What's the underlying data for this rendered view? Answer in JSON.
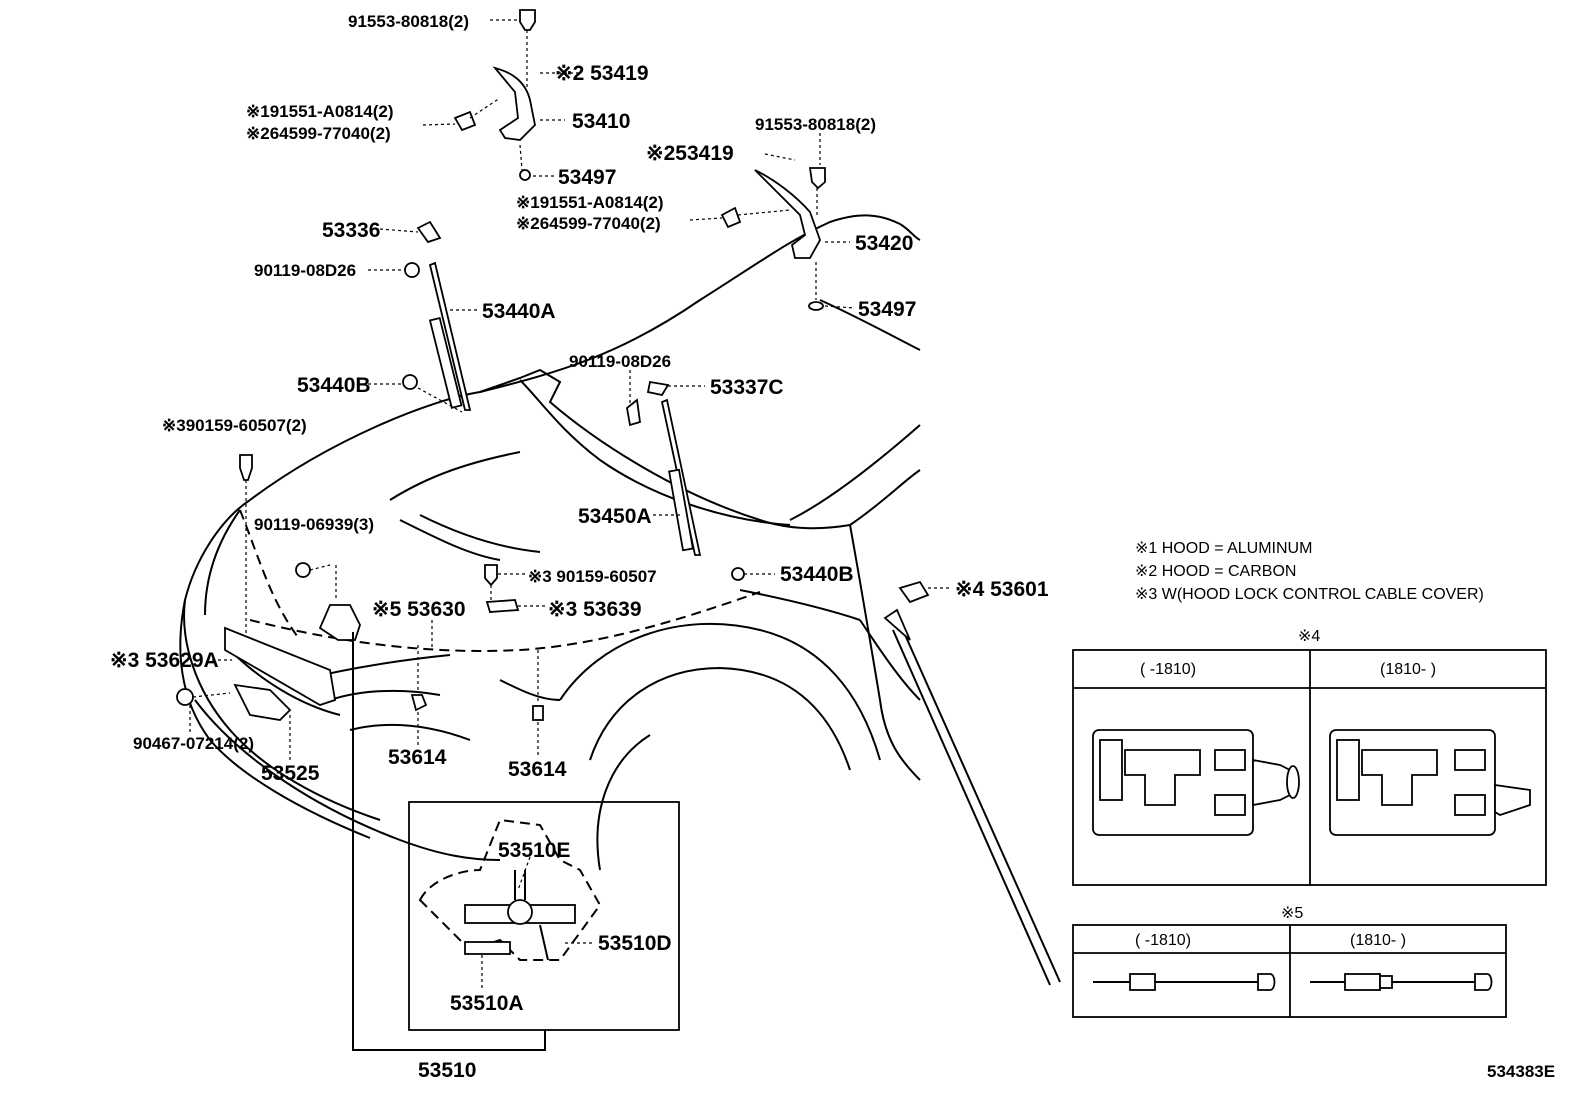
{
  "labels": {
    "p_91553_top": "91553-80818(2)",
    "p_53419_a": "※2 53419",
    "p_53410": "53410",
    "p_ref1_a": "※191551-A0814(2)",
    "p_ref2_a": "※264599-77040(2)",
    "p_53497_a": "53497",
    "p_91553_r": "91553-80818(2)",
    "p_53419_b": "※253419",
    "p_ref1_b": "※191551-A0814(2)",
    "p_ref2_b": "※264599-77040(2)",
    "p_53420": "53420",
    "p_53497_b": "53497",
    "p_53336": "53336",
    "p_90119_08d26_a": "90119-08D26",
    "p_53440a": "53440A",
    "p_53440b_a": "53440B",
    "p_90119_08d26_b": "90119-08D26",
    "p_53337c": "53337C",
    "p_90159_a": "※390159-60507(2)",
    "p_90119_06939": "90119-06939(3)",
    "p_53450a": "53450A",
    "p_90159_b": "※3 90159-60507",
    "p_53440b_b": "53440B",
    "p_53601": "※4 53601",
    "p_53630": "※5 53630",
    "p_53639": "※3 53639",
    "p_53629a": "※3 53629A",
    "p_90467": "90467-07214(2)",
    "p_53525": "53525",
    "p_53614_a": "53614",
    "p_53614_b": "53614",
    "p_53510e": "53510E",
    "p_53510d": "53510D",
    "p_53510a": "53510A",
    "p_53510": "53510",
    "diagram_code": "534383E"
  },
  "notes": {
    "n1": "※1 HOOD = ALUMINUM",
    "n2": "※2 HOOD = CARBON",
    "n3": "※3 W(HOOD LOCK CONTROL CABLE COVER)"
  },
  "inset4": {
    "title": "※4",
    "col_left": "(      -1810)",
    "col_right": "(1810-      )"
  },
  "inset5": {
    "title": "※5",
    "col_left": "(      -1810)",
    "col_right": "(1810-      )"
  }
}
